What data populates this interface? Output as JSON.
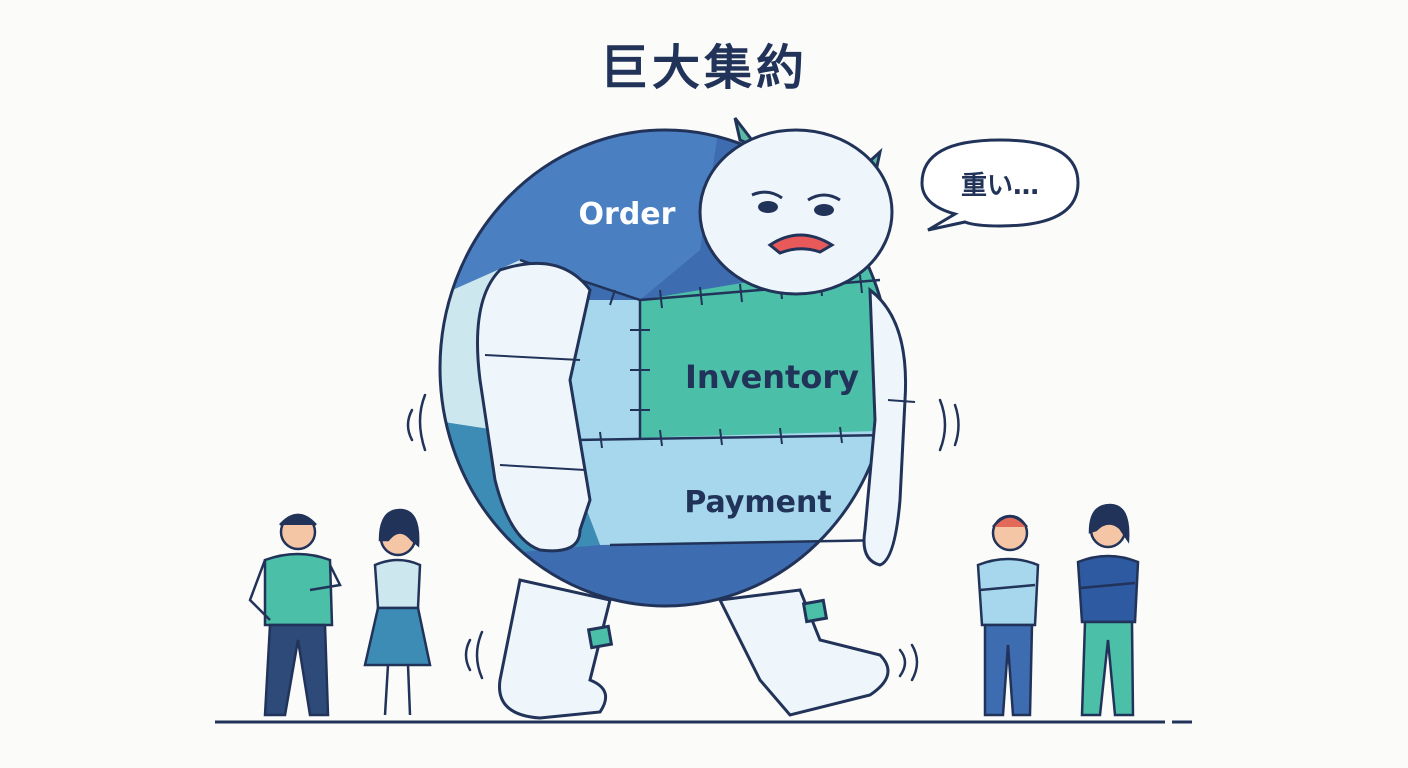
{
  "title": "巨大集約",
  "speech": "重い…",
  "segments": {
    "order": "Order",
    "inventory": "Inventory",
    "payment": "Payment"
  },
  "colors": {
    "ink": "#22335a",
    "order_blue": "#4a7fc1",
    "dark_blue": "#3d6cb0",
    "teal": "#4bbfa7",
    "light_blue": "#a6d7ec",
    "pale_blue": "#cde7ef",
    "monster_white": "#eef6fb",
    "horn": "#5bb9a3"
  }
}
